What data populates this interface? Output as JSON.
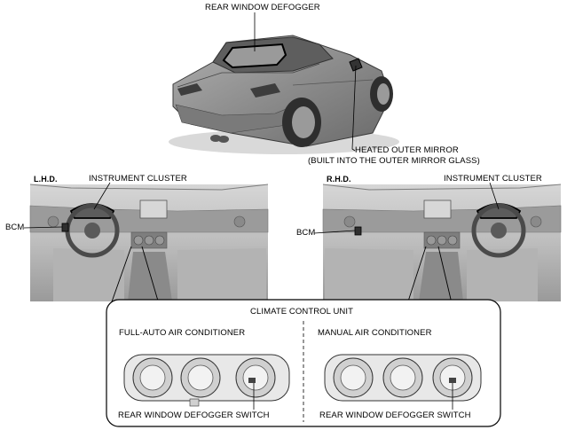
{
  "labels": {
    "rear_window_defogger": "REAR WINDOW DEFOGGER",
    "heated_outer_mirror_line1": "HEATED OUTER MIRROR",
    "heated_outer_mirror_line2": "(BUILT INTO THE OUTER MIRROR GLASS)",
    "lhd": "L.H.D.",
    "rhd": "R.H.D.",
    "instrument_cluster_left": "INSTRUMENT CLUSTER",
    "instrument_cluster_right": "INSTRUMENT CLUSTER",
    "bcm_left": "BCM",
    "bcm_right": "BCM",
    "climate_control_unit": "CLIMATE CONTROL UNIT",
    "full_auto_air_conditioner": "FULL-AUTO AIR CONDITIONER",
    "manual_air_conditioner": "MANUAL AIR CONDITIONER",
    "rear_window_defogger_switch_left": "REAR WINDOW DEFOGGER SWITCH",
    "rear_window_defogger_switch_right": "REAR WINDOW DEFOGGER SWITCH"
  },
  "colors": {
    "car_body": "#8f8f8f",
    "car_dark": "#4a4a4a",
    "interior_light": "#c8c8c8",
    "interior_mid": "#a6a6a6",
    "interior_dark": "#6e6e6e",
    "line": "#000000"
  }
}
